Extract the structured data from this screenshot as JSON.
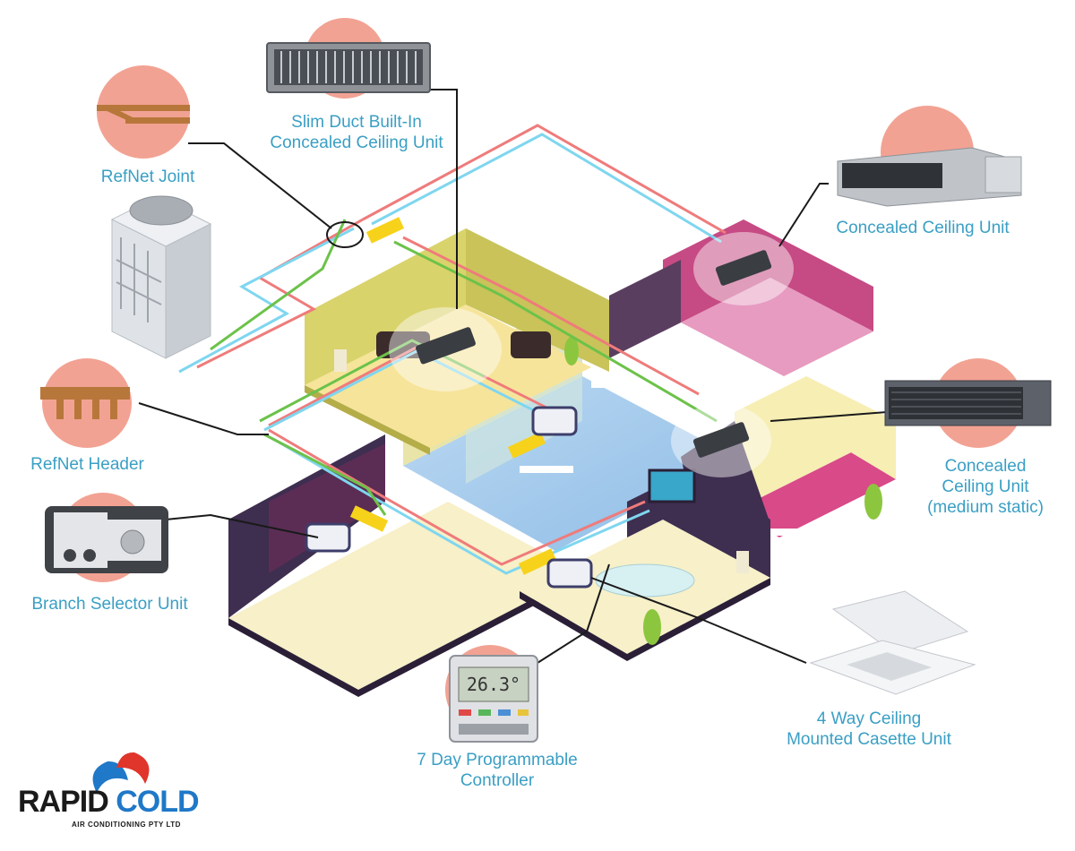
{
  "labels": {
    "slim_duct": [
      "Slim Duct Built-In",
      "Concealed Ceiling Unit"
    ],
    "refnet_joint": "RefNet Joint",
    "concealed_ceiling": "Concealed Ceiling Unit",
    "refnet_header": "RefNet Header",
    "concealed_medium": [
      "Concealed",
      "Ceiling Unit",
      "(medium static)"
    ],
    "branch_selector": "Branch Selector Unit",
    "cassette": [
      "4 Way Ceiling",
      "Mounted Casette Unit"
    ],
    "controller": [
      "7 Day Programmable",
      "Controller"
    ]
  },
  "controller_display": "26.3°",
  "brand": {
    "name_part1": "RAPID",
    "name_part2": "COLD",
    "subtitle": "AIR CONDITIONING PTY LTD"
  },
  "colors": {
    "label_text": "#3a9fc4",
    "pipe_red": "#ef7b7b",
    "pipe_blue": "#7fd6ef",
    "pipe_green": "#6cc24a",
    "salmon_circle": "#f2a293",
    "brand_blue": "#1f78c8",
    "brand_red": "#e0352b",
    "wall_yellow": "#d9d36b",
    "wall_magenta": "#c64a84",
    "wall_purple": "#3e2e4f"
  }
}
